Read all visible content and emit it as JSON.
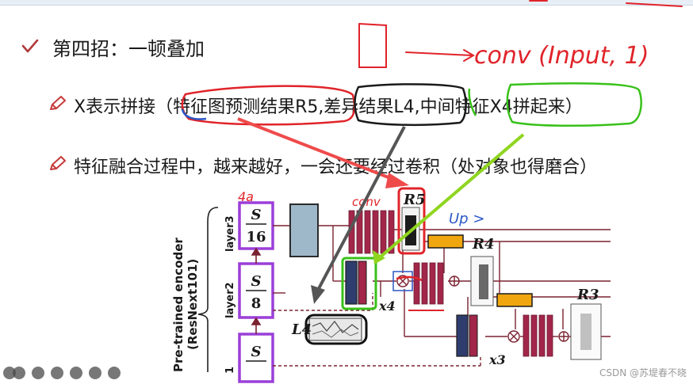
{
  "slide": {
    "heading": "第四招：一顿叠加",
    "bullet1": {
      "lead": "X表示拼接（",
      "part1": "特征图预测结果R5",
      "sep1": ",",
      "part2": "差异结果L4",
      "sep2": ",",
      "part3": "中间特征X4拼起来",
      "tail": "）"
    },
    "bullet2": "特征融合过程中，越来越好，一会还要经过卷积（处对象也得磨合）"
  },
  "annotations": {
    "conv_input": "conv (Input, 1)",
    "conv_label": "conv",
    "fa_label": "4a",
    "up_label": "Up >"
  },
  "diagram": {
    "encoder_label_line1": "Pre-trained encoder",
    "encoder_label_line2": "(ResNext101)",
    "layers": [
      {
        "name": "layer3",
        "frac_top": "S",
        "frac_bottom": "16"
      },
      {
        "name": "layer2",
        "frac_top": "S",
        "frac_bottom": "8"
      },
      {
        "name": "1",
        "frac_top": "S",
        "frac_bottom": ""
      }
    ],
    "labels": {
      "R5": "R5",
      "R4": "R4",
      "R3": "R3",
      "L4": "L4",
      "x4": "x4",
      "x3": "x3"
    }
  },
  "watermark": "CSDN @苏堤春不晓",
  "colors": {
    "accent_red": "#e0242a",
    "accent_green": "#39c11a",
    "accent_purple": "#9b3fd8",
    "block_red": "#a2264a",
    "block_navy": "#2f3d6e",
    "block_teal": "#9fb8c9",
    "block_orange": "#f0a60f",
    "line_maroon": "#7a2230"
  },
  "icons": {
    "heading_icon": "check-icon",
    "bullet_icon": "pencil-icon"
  }
}
